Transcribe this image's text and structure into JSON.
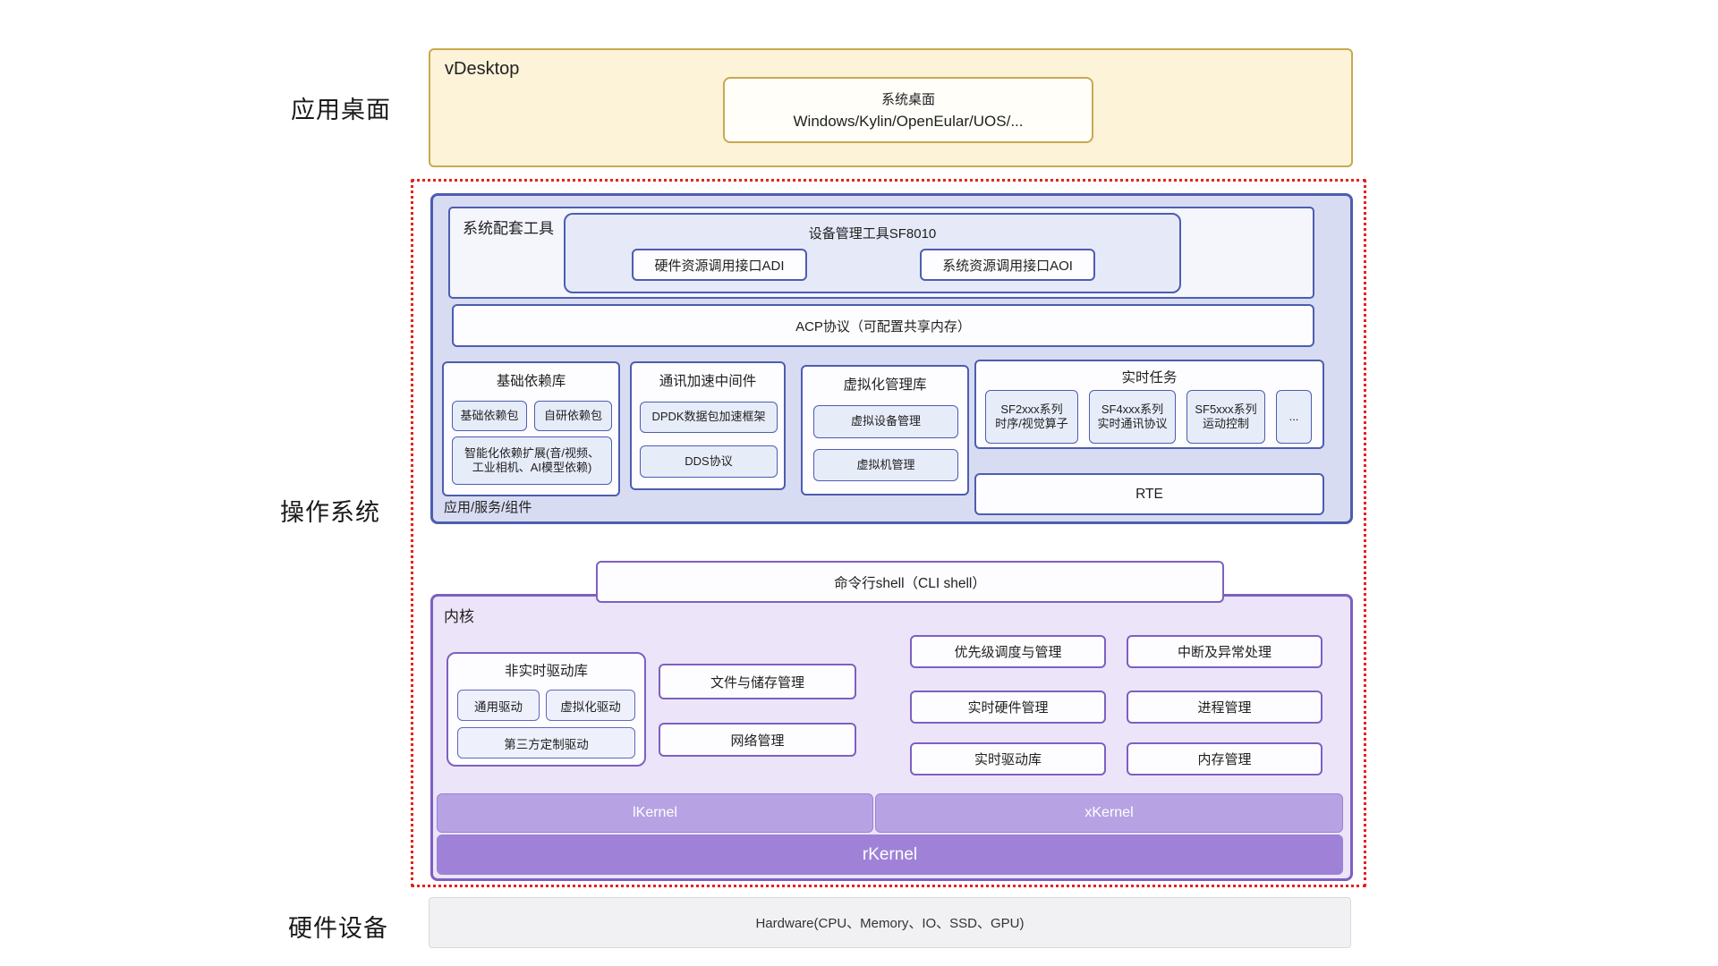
{
  "row_labels": {
    "desktop": "应用桌面",
    "os": "操作系统",
    "hardware": "硬件设备"
  },
  "vdesktop": {
    "label": "vDesktop",
    "system_desktop": {
      "title": "系统桌面",
      "subtitle": "Windows/Kylin/OpenEular/UOS/..."
    }
  },
  "app_layer": {
    "tools": {
      "label": "系统配套工具",
      "device_tool": {
        "title": "设备管理工具SF8010",
        "adi": "硬件资源调用接口ADI",
        "aoi": "系统资源调用接口AOI"
      }
    },
    "acp": "ACP协议（可配置共享内存）",
    "base_deps": {
      "title": "基础依赖库",
      "chip1": "基础依赖包",
      "chip2": "自研依赖包",
      "wide_chip_l1": "智能化依赖扩展(音/视频、",
      "wide_chip_l2": "工业相机、AI模型依赖)"
    },
    "comm": {
      "title": "通讯加速中间件",
      "chip1": "DPDK数据包加速框架",
      "chip2": "DDS协议"
    },
    "virt": {
      "title": "虚拟化管理库",
      "chip1": "虚拟设备管理",
      "chip2": "虚拟机管理"
    },
    "realtime": {
      "title": "实时任务",
      "chips": [
        {
          "line1": "SF2xxx系列",
          "line2": "时序/视觉算子"
        },
        {
          "line1": "SF4xxx系列",
          "line2": "实时通讯协议"
        },
        {
          "line1": "SF5xxx系列",
          "line2": "运动控制"
        },
        {
          "line1": "..."
        }
      ]
    },
    "rte": "RTE",
    "footer_label": "应用/服务/组件"
  },
  "cli_shell": "命令行shell（CLI shell）",
  "kernel": {
    "label": "内核",
    "nonrt_drivers": {
      "title": "非实时驱动库",
      "chip1": "通用驱动",
      "chip2": "虚拟化驱动",
      "wide_chip": "第三方定制驱动"
    },
    "file_mgmt": "文件与储存管理",
    "net_mgmt": "网络管理",
    "grid": [
      "优先级调度与管理",
      "中断及异常处理",
      "实时硬件管理",
      "进程管理",
      "实时驱动库",
      "内存管理"
    ],
    "lkernel": "lKernel",
    "xkernel": "xKernel",
    "rkernel": "rKernel"
  },
  "hardware_bar": "Hardware(CPU、Memory、IO、SSD、GPU)",
  "colors": {
    "desktop_fill": "#FCF3D8",
    "desktop_border": "#C9A94E",
    "app_fill": "#D8DCF2",
    "app_border": "#4D5DB0",
    "chip_fill": "#E7ECF9",
    "kernel_fill": "#ECE5F9",
    "kernel_border": "#7D60C2",
    "lkernel_fill": "#B7A3E3",
    "rkernel_fill": "#9F82D7",
    "os_dashed_border": "#E3231E",
    "hardware_fill": "#F1F1F3"
  }
}
